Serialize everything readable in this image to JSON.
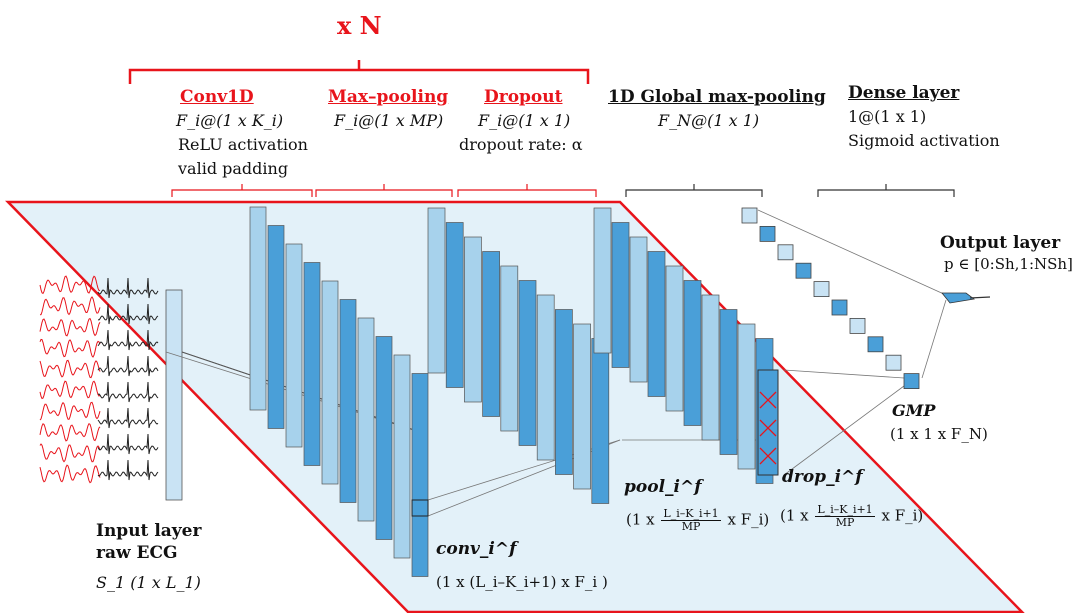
{
  "repeat_label": "x N",
  "stage_labels": {
    "conv1d": {
      "title": "Conv1D",
      "shape": "F_i@(1 x K_i)",
      "line1": "ReLU activation",
      "line2": "valid padding"
    },
    "maxpool": {
      "title": "Max–pooling",
      "shape": "F_i@(1 x MP)"
    },
    "dropout": {
      "title": "Dropout",
      "shape": "F_i@(1 x 1)",
      "line1": "dropout rate: α"
    },
    "gmp": {
      "title": "1D Global max-pooling",
      "shape": "F_N@(1 x 1)"
    },
    "dense": {
      "title": "Dense layer",
      "shape": "1@(1 x 1)",
      "line1": "Sigmoid activation"
    }
  },
  "output": {
    "title": "Output layer",
    "formula": "p ∈ [0:Sh,1:NSh]"
  },
  "input": {
    "title1": "Input layer",
    "title2": "raw ECG",
    "shape": "S_1 (1 x L_1)"
  },
  "conv_out": {
    "name": "conv_i^f",
    "shape": "(1 x (L_i–K_i+1) x F_i )"
  },
  "pool_out": {
    "name": "pool_i^f",
    "shape_prefix": "(1 x",
    "frac_num": "L_i–K_i+1",
    "frac_den": "MP",
    "shape_suffix": "x F_i)"
  },
  "drop_out": {
    "name": "drop_i^f",
    "shape_prefix": "(1 x",
    "frac_num": "L_i–K_i+1",
    "frac_den": "MP",
    "shape_suffix": "x F_i)"
  },
  "gmp_out": {
    "name": "GMP",
    "shape": "(1 x 1 x F_N)"
  },
  "colors": {
    "accent_red": "#e8141b",
    "light_blue": "#a7d2ec",
    "mid_blue": "#4a9fd8",
    "panel": "#e3f1f9"
  }
}
